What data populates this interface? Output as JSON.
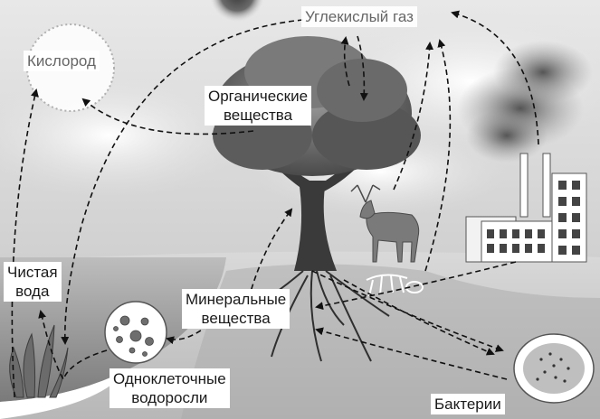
{
  "labels": {
    "carbon_dioxide": "Углекислый газ",
    "oxygen": "Кислород",
    "organic_line1": "Органические",
    "organic_line2": "вещества",
    "clean_water_line1": "Чистая",
    "clean_water_line2": "вода",
    "mineral_line1": "Минеральные",
    "mineral_line2": "вещества",
    "algae_line1": "Одноклеточные",
    "algae_line2": "водоросли",
    "bacteria": "Бактерии"
  },
  "scene": {
    "tree-icon": "tree",
    "deer-icon": "deer",
    "factory-icon": "factory",
    "smoke-icon": "smoke",
    "algae-cell-icon": "single-celled algae under magnifier",
    "bacteria-icon": "bacteria under magnifier",
    "oxygen-cloud-icon": "oxygen cloud",
    "water-plant-icon": "aquatic plant",
    "animal-skeleton-icon": "animal remains",
    "sun-icon": "sun"
  }
}
